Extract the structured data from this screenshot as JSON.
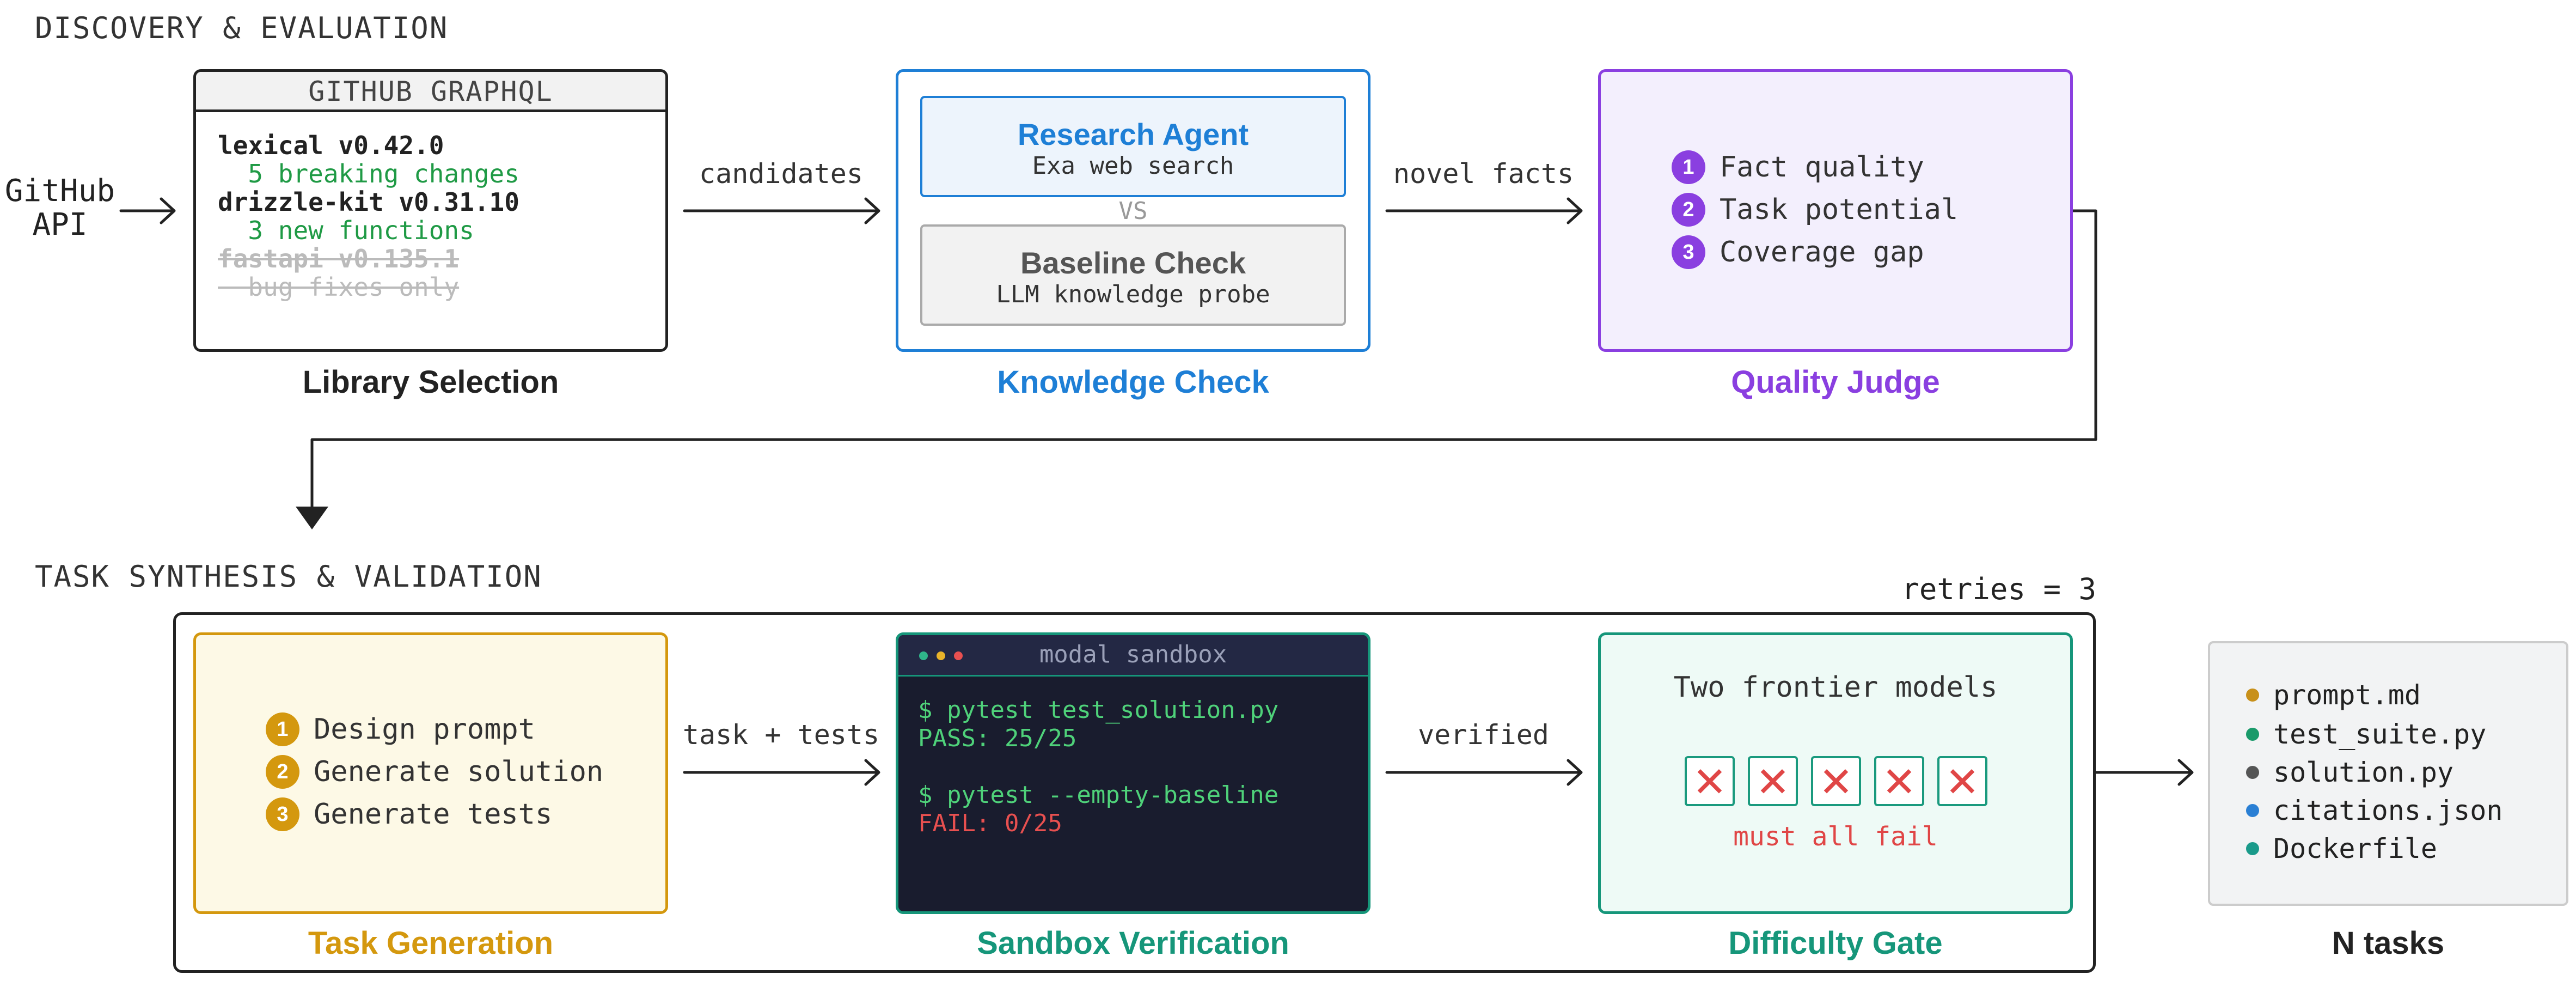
{
  "sections": {
    "discovery": "DISCOVERY & EVALUATION",
    "synthesis": "TASK SYNTHESIS & VALIDATION"
  },
  "github_api": {
    "line1": "GitHub",
    "line2": "API"
  },
  "library_selection": {
    "header": "GITHUB GRAPHQL",
    "caption": "Library Selection",
    "lines": [
      {
        "text": "lexical v0.42.0",
        "style": "name"
      },
      {
        "text": "  5 breaking changes",
        "style": "change"
      },
      {
        "text": "drizzle-kit v0.31.10",
        "style": "name"
      },
      {
        "text": "  3 new functions",
        "style": "change"
      },
      {
        "text": "fastapi v0.135.1",
        "style": "struck"
      },
      {
        "text": "  bug fixes only",
        "style": "struck"
      }
    ]
  },
  "edges": {
    "candidates": "candidates",
    "novel_facts": "novel facts",
    "task_tests": "task + tests",
    "verified": "verified"
  },
  "knowledge_check": {
    "caption": "Knowledge Check",
    "research_title": "Research Agent",
    "research_sub": "Exa web search",
    "vs": "VS",
    "baseline_title": "Baseline Check",
    "baseline_sub": "LLM knowledge probe"
  },
  "quality_judge": {
    "caption": "Quality Judge",
    "items": [
      {
        "num": "1",
        "label": "Fact quality"
      },
      {
        "num": "2",
        "label": "Task potential"
      },
      {
        "num": "3",
        "label": "Coverage gap"
      }
    ]
  },
  "retries": "retries = 3",
  "task_generation": {
    "caption": "Task Generation",
    "items": [
      {
        "num": "1",
        "label": "Design prompt"
      },
      {
        "num": "2",
        "label": "Generate solution"
      },
      {
        "num": "3",
        "label": "Generate tests"
      }
    ]
  },
  "sandbox": {
    "caption": "Sandbox Verification",
    "title": "modal sandbox",
    "cmd1": "$ pytest test_solution.py",
    "out1": "PASS: 25/25",
    "cmd2": "$ pytest --empty-baseline",
    "out2": "FAIL: 0/25"
  },
  "difficulty_gate": {
    "caption": "Difficulty Gate",
    "title": "Two frontier models",
    "mark": "✕",
    "note": "must all fail"
  },
  "output": {
    "caption": "N tasks",
    "files": [
      {
        "name": "prompt.md",
        "color": "#c8901a"
      },
      {
        "name": "test_suite.py",
        "color": "#1a9a6a"
      },
      {
        "name": "solution.py",
        "color": "#555555"
      },
      {
        "name": "citations.json",
        "color": "#2a7fd4"
      },
      {
        "name": "Dockerfile",
        "color": "#1a9a8a"
      }
    ]
  },
  "colors": {
    "knowledge": "#1e7fd6",
    "quality": "#8a3fe0",
    "taskgen": "#d4980e",
    "sandbox": "#16967a",
    "gate": "#16967a"
  }
}
